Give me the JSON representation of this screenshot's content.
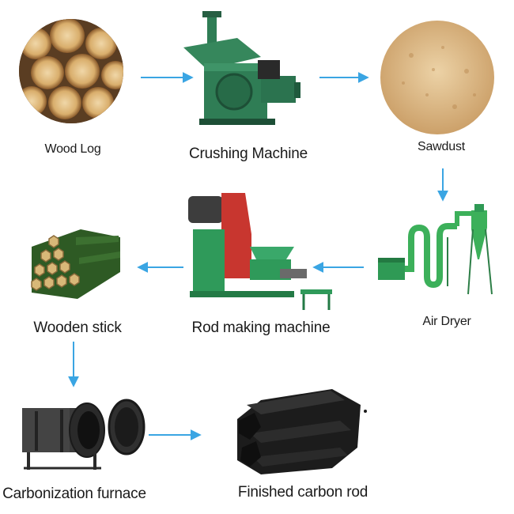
{
  "diagram": {
    "steps": [
      {
        "label": "Wood Log"
      },
      {
        "label": "Crushing Machine"
      },
      {
        "label": "Sawdust"
      },
      {
        "label": "Air Dryer"
      },
      {
        "label": "Rod making machine"
      },
      {
        "label": "Wooden stick"
      },
      {
        "label": "Carbonization furnace"
      },
      {
        "label": "Finished carbon rod"
      }
    ],
    "colors": {
      "arrow": "#3aa5e3",
      "machine_green": "#2f7d55",
      "machine_red": "#c8362f",
      "dryer_green": "#3cb05a",
      "sawdust": "#d9b88a",
      "wood": "#c89a5a",
      "charcoal": "#1c1c1c"
    }
  }
}
